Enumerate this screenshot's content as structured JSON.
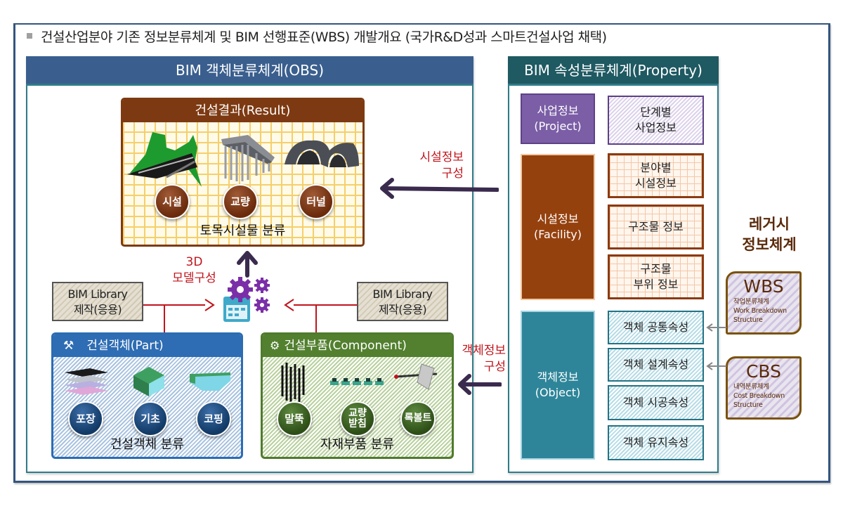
{
  "title": "건설산업분야 기존 정보분류체계 및 BIM 선행표준(WBS) 개발개요 (국가R&D성과 스마트건설사업 채택)",
  "obs": {
    "header": "BIM 객체분류체계(OBS)",
    "result": {
      "header": "건설결과(Result)",
      "items": [
        "시설",
        "교량",
        "터널"
      ],
      "footer": "토목시설물 분류"
    },
    "model_label": [
      "3D",
      "모델구성"
    ],
    "library_left": [
      "BIM Library",
      "제작(응용)"
    ],
    "library_right": [
      "BIM Library",
      "제작(응용)"
    ],
    "part": {
      "header": "건설객체(Part)",
      "items": [
        "포장",
        "기초",
        "코핑"
      ],
      "footer": "건설객체 분류"
    },
    "component": {
      "header": "건설부품(Component)",
      "items": [
        "말뚝",
        "교량\n받침",
        "록볼트"
      ],
      "footer": "자재부품 분류"
    }
  },
  "arrows": {
    "facility_info": [
      "시설정보",
      "구성"
    ],
    "object_info": [
      "객체정보",
      "구성"
    ]
  },
  "property": {
    "header": "BIM 속성분류체계(Property)",
    "groups": [
      {
        "main": [
          "사업정보",
          "(Project)"
        ],
        "subs": [
          [
            "단계별",
            "사업정보"
          ]
        ]
      },
      {
        "main": [
          "시설정보",
          "(Facility)"
        ],
        "subs": [
          [
            "분야별",
            "시설정보"
          ],
          [
            "구조물 정보"
          ],
          [
            "구조물",
            "부위 정보"
          ]
        ]
      },
      {
        "main": [
          "객체정보",
          "(Object)"
        ],
        "subs": [
          [
            "객체 공통속성"
          ],
          [
            "객체 설계속성"
          ],
          [
            "객체 시공속성"
          ],
          [
            "객체 유지속성"
          ]
        ]
      }
    ]
  },
  "legacy": {
    "title": [
      "레거시",
      "정보체계"
    ],
    "wbs": {
      "code": "WBS",
      "kor": "작업분류체계",
      "eng1": "Work Breakdown",
      "eng2": "Structure"
    },
    "cbs": {
      "code": "CBS",
      "kor": "내역분류체계",
      "eng1": "Cost Breakdown",
      "eng2": "Structure"
    }
  },
  "colors": {
    "obs_header": "#3a5f8e",
    "property_header": "#1f5962",
    "result_brown": "#7d3a12",
    "part_blue": "#2e6db4",
    "component_green": "#52802f",
    "annotation_red": "#c0141c",
    "arrow_dark": "#3a2b4e"
  }
}
